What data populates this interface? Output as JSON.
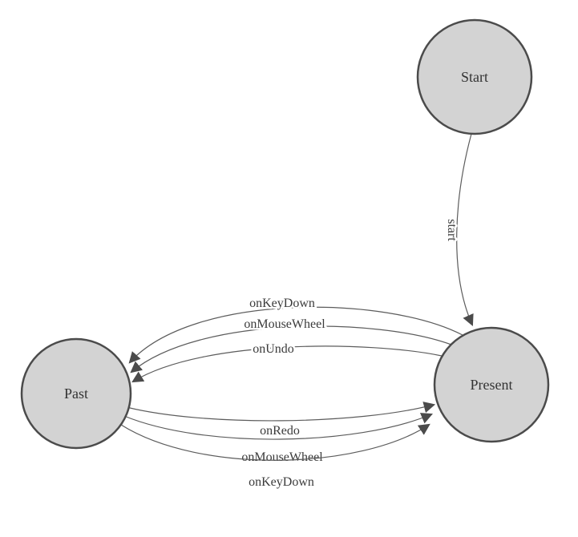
{
  "diagram": {
    "type": "state-machine",
    "states": [
      {
        "id": "start",
        "label": "Start"
      },
      {
        "id": "past",
        "label": "Past"
      },
      {
        "id": "present",
        "label": "Present"
      }
    ],
    "transitions": [
      {
        "from": "start",
        "to": "present",
        "label": "start"
      },
      {
        "from": "present",
        "to": "past",
        "label": "onKeyDown"
      },
      {
        "from": "present",
        "to": "past",
        "label": "onMouseWheel"
      },
      {
        "from": "present",
        "to": "past",
        "label": "onUndo"
      },
      {
        "from": "past",
        "to": "present",
        "label": "onRedo"
      },
      {
        "from": "past",
        "to": "present",
        "label": "onMouseWheel"
      },
      {
        "from": "past",
        "to": "present",
        "label": "onKeyDown"
      }
    ],
    "colors": {
      "state_fill": "#d3d3d3",
      "state_stroke": "#4b4b4b",
      "edge_stroke": "#5c5c5c",
      "arrow_fill": "#4b4b4b",
      "label_text": "#3b3b3b"
    }
  }
}
